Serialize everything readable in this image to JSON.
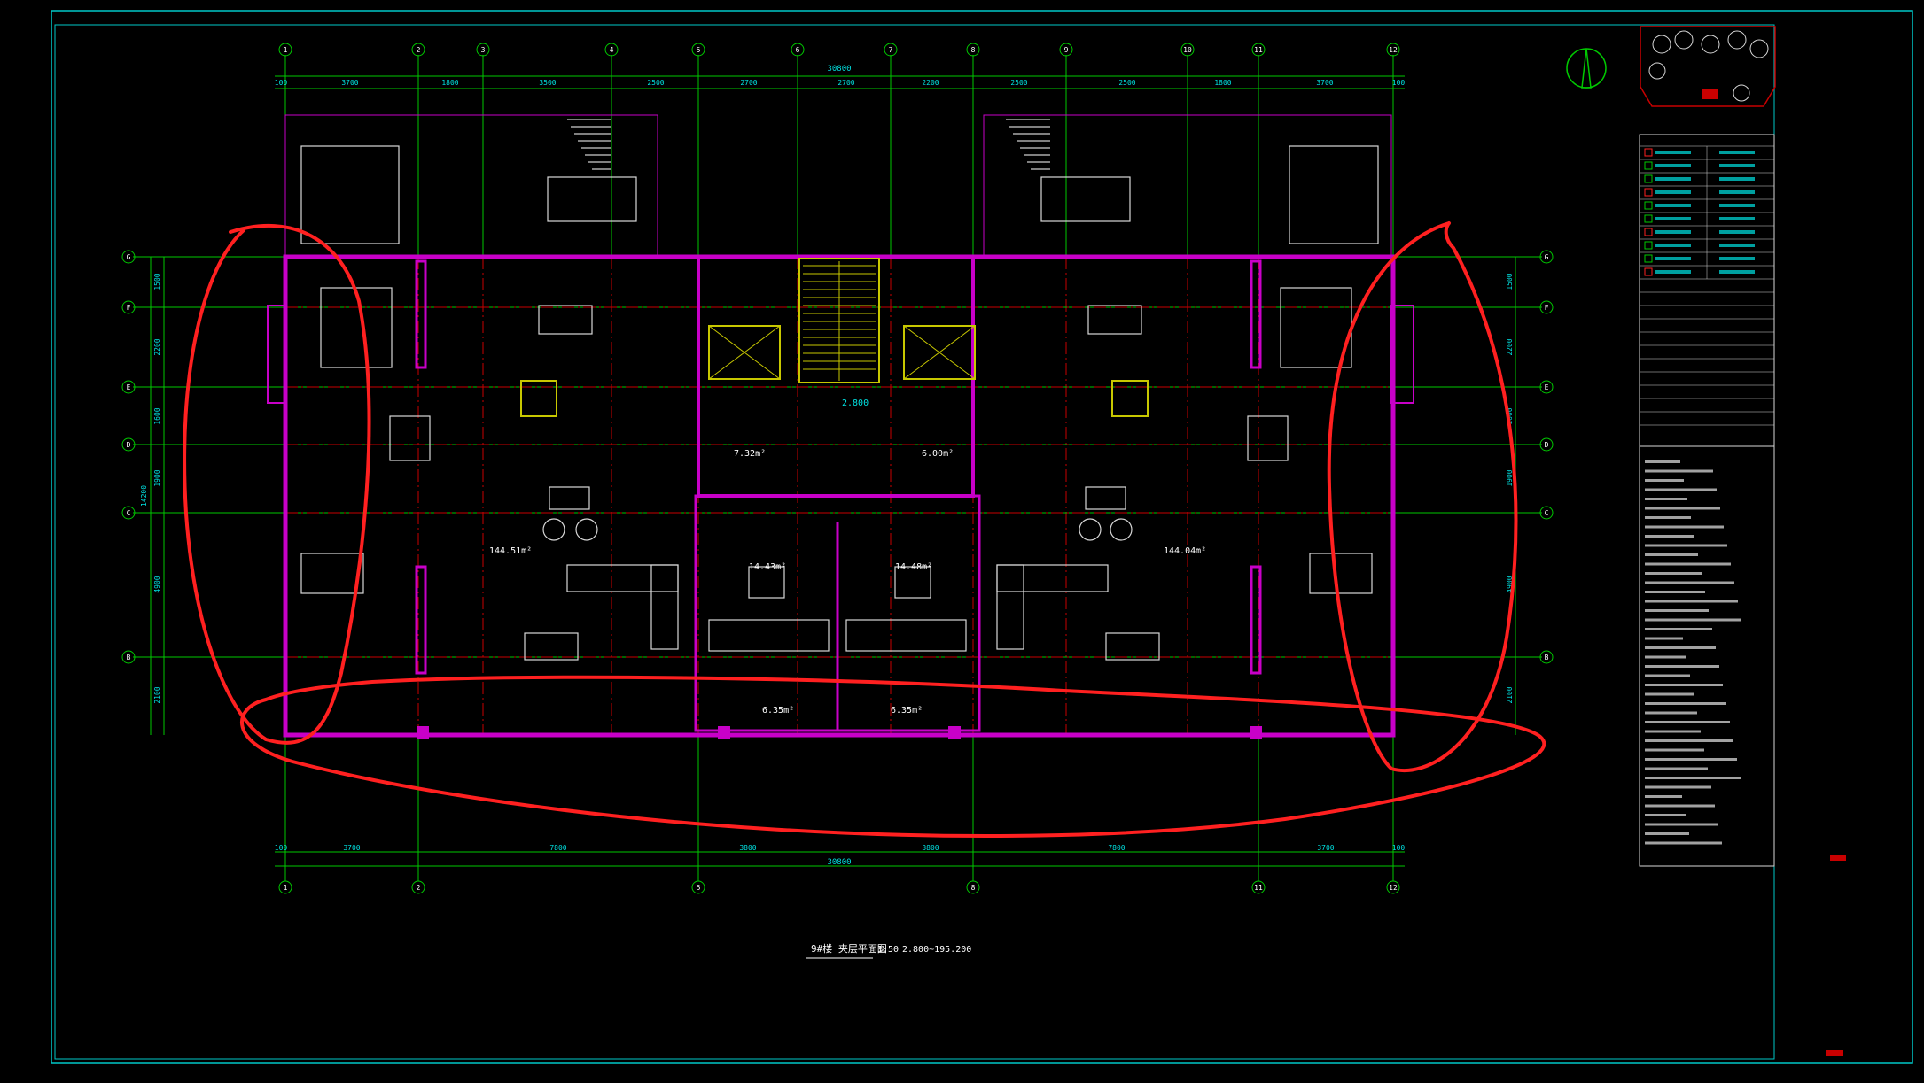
{
  "colors": {
    "background": "#000000",
    "frame": "#00c8c8",
    "grid_green": "#00c800",
    "axis_red": "#c80000",
    "wall_magenta": "#c800c8",
    "stair_yellow": "#c8c800",
    "furniture_white": "#d8d8d8",
    "markup_red": "#ff2020",
    "dim_cyan": "#00e0e0"
  },
  "axes": {
    "columns": [
      "1",
      "2",
      "3",
      "4",
      "5",
      "6",
      "7",
      "8",
      "9",
      "10",
      "11",
      "12"
    ],
    "bottom_columns": [
      "1",
      "2",
      "5",
      "8",
      "11",
      "12"
    ],
    "rows": [
      "G",
      "F",
      "E",
      "D",
      "C",
      "B"
    ]
  },
  "dimensions": {
    "top_total": "30800",
    "top": [
      "100",
      "3700",
      "1800",
      "3500",
      "2500",
      "2700",
      "2700",
      "2200",
      "2500",
      "2500",
      "1800",
      "3700",
      "100"
    ],
    "bottom_total": "30800",
    "bottom": [
      "100",
      "3700",
      "7800",
      "3800",
      "3800",
      "7800",
      "3700",
      "100"
    ],
    "left": [
      "1500",
      "2200",
      "1600",
      "1900",
      "4900",
      "2100"
    ],
    "left_total": "14200",
    "right": [
      "1500",
      "2200",
      "1600",
      "1900",
      "4900",
      "2100"
    ]
  },
  "rooms": {
    "left_living_area": "144.51m²",
    "right_living_area": "144.04m²",
    "center_left_area": "14.43m²",
    "center_right_area": "14.48m²",
    "stair_left_area": "7.32m²",
    "stair_right_area": "6.00m²",
    "south_left_area": "6.35m²",
    "south_right_area": "6.35m²",
    "elevation_mark": "2.800"
  },
  "title_block": {
    "drawing_title": "9#楼  夹层平面图",
    "scale": "1:50",
    "elevation": "2.800~195.200"
  }
}
